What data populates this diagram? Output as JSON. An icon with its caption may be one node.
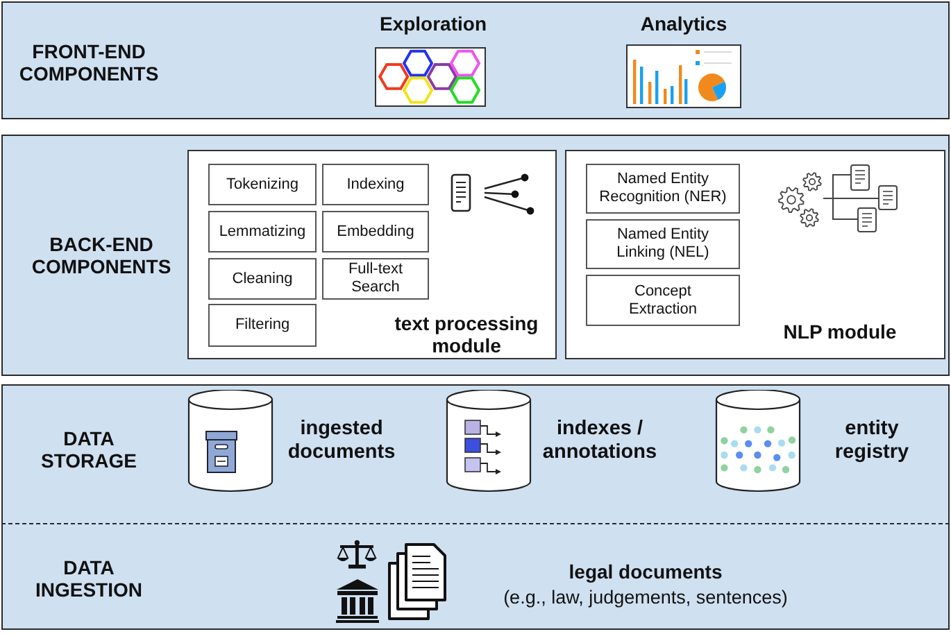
{
  "diagram": {
    "nodes": [
      {
        "text": [
          "FRONT-END COMPONENTS"
        ]
      },
      {
        "text": [
          "Exploration"
        ],
        "in": 0
      },
      {
        "text": [
          "Analytics"
        ],
        "in": 0
      },
      {
        "text": [
          "BACK-END COMPONENTS"
        ]
      },
      {
        "text": [
          "text processing module"
        ],
        "in": 3
      },
      {
        "text": [
          "Tokenizing"
        ],
        "in": 4
      },
      {
        "text": [
          "Indexing"
        ],
        "in": 4
      },
      {
        "text": [
          "Lemmatizing"
        ],
        "in": 4
      },
      {
        "text": [
          "Embedding"
        ],
        "in": 4
      },
      {
        "text": [
          "Cleaning"
        ],
        "in": 4
      },
      {
        "text": [
          "Full-text Search"
        ],
        "in": 4
      },
      {
        "text": [
          "Filtering"
        ],
        "in": 4
      },
      {
        "text": [
          "NLP module"
        ],
        "in": 3
      },
      {
        "text": [
          "Named Entity Recognition (NER)"
        ],
        "in": 12
      },
      {
        "text": [
          "Named Entity Linking (NEL)"
        ],
        "in": 12
      },
      {
        "text": [
          "Concept Extraction"
        ],
        "in": 12
      },
      {
        "text": [
          "DATA STORAGE"
        ]
      },
      {
        "text": [],
        "shape": "cylinder",
        "beside": [
          "ingested documents"
        ],
        "in": 16
      },
      {
        "text": [],
        "shape": "cylinder",
        "beside": [
          "indexes / annotations"
        ],
        "in": 16
      },
      {
        "text": [],
        "shape": "cylinder",
        "beside": [
          "entity registry"
        ],
        "in": 16
      },
      {
        "text": [
          "DATA INGESTION"
        ]
      }
    ],
    "labels": [
      "legal documents",
      "(e.g., law, judgements, sentences)"
    ]
  }
}
